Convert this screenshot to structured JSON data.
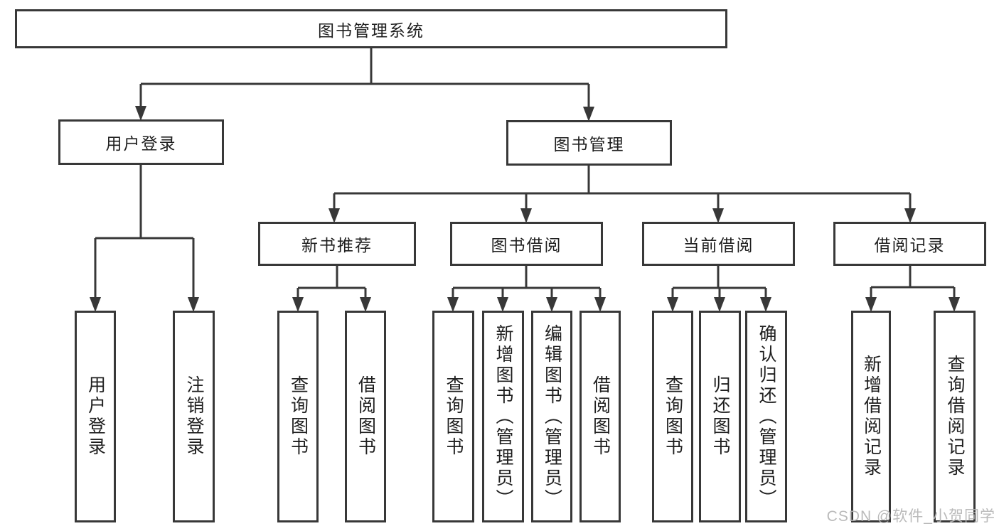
{
  "diagram": {
    "root": {
      "label": "图书管理系统",
      "children": [
        {
          "label": "用户登录",
          "children": [
            {
              "label": "用户登录"
            },
            {
              "label": "注销登录"
            }
          ]
        },
        {
          "label": "图书管理",
          "children": [
            {
              "label": "新书推荐",
              "children": [
                {
                  "label": "查询图书"
                },
                {
                  "label": "借阅图书"
                }
              ]
            },
            {
              "label": "图书借阅",
              "children": [
                {
                  "label": "查询图书"
                },
                {
                  "label": "新增图书（管理员）"
                },
                {
                  "label": "编辑图书（管理员）"
                },
                {
                  "label": "借阅图书"
                }
              ]
            },
            {
              "label": "当前借阅",
              "children": [
                {
                  "label": "查询图书"
                },
                {
                  "label": "归还图书"
                },
                {
                  "label": "确认归还（管理员）"
                }
              ]
            },
            {
              "label": "借阅记录",
              "children": [
                {
                  "label": "新增借阅记录"
                },
                {
                  "label": "查询借阅记录"
                }
              ]
            }
          ]
        }
      ]
    }
  },
  "watermark": {
    "text": "CSDN @软件_小贺同学"
  },
  "colors": {
    "line": "#383838",
    "text": "#1f1f1f",
    "background": "#ffffff",
    "watermark": "#b5b5b5"
  }
}
